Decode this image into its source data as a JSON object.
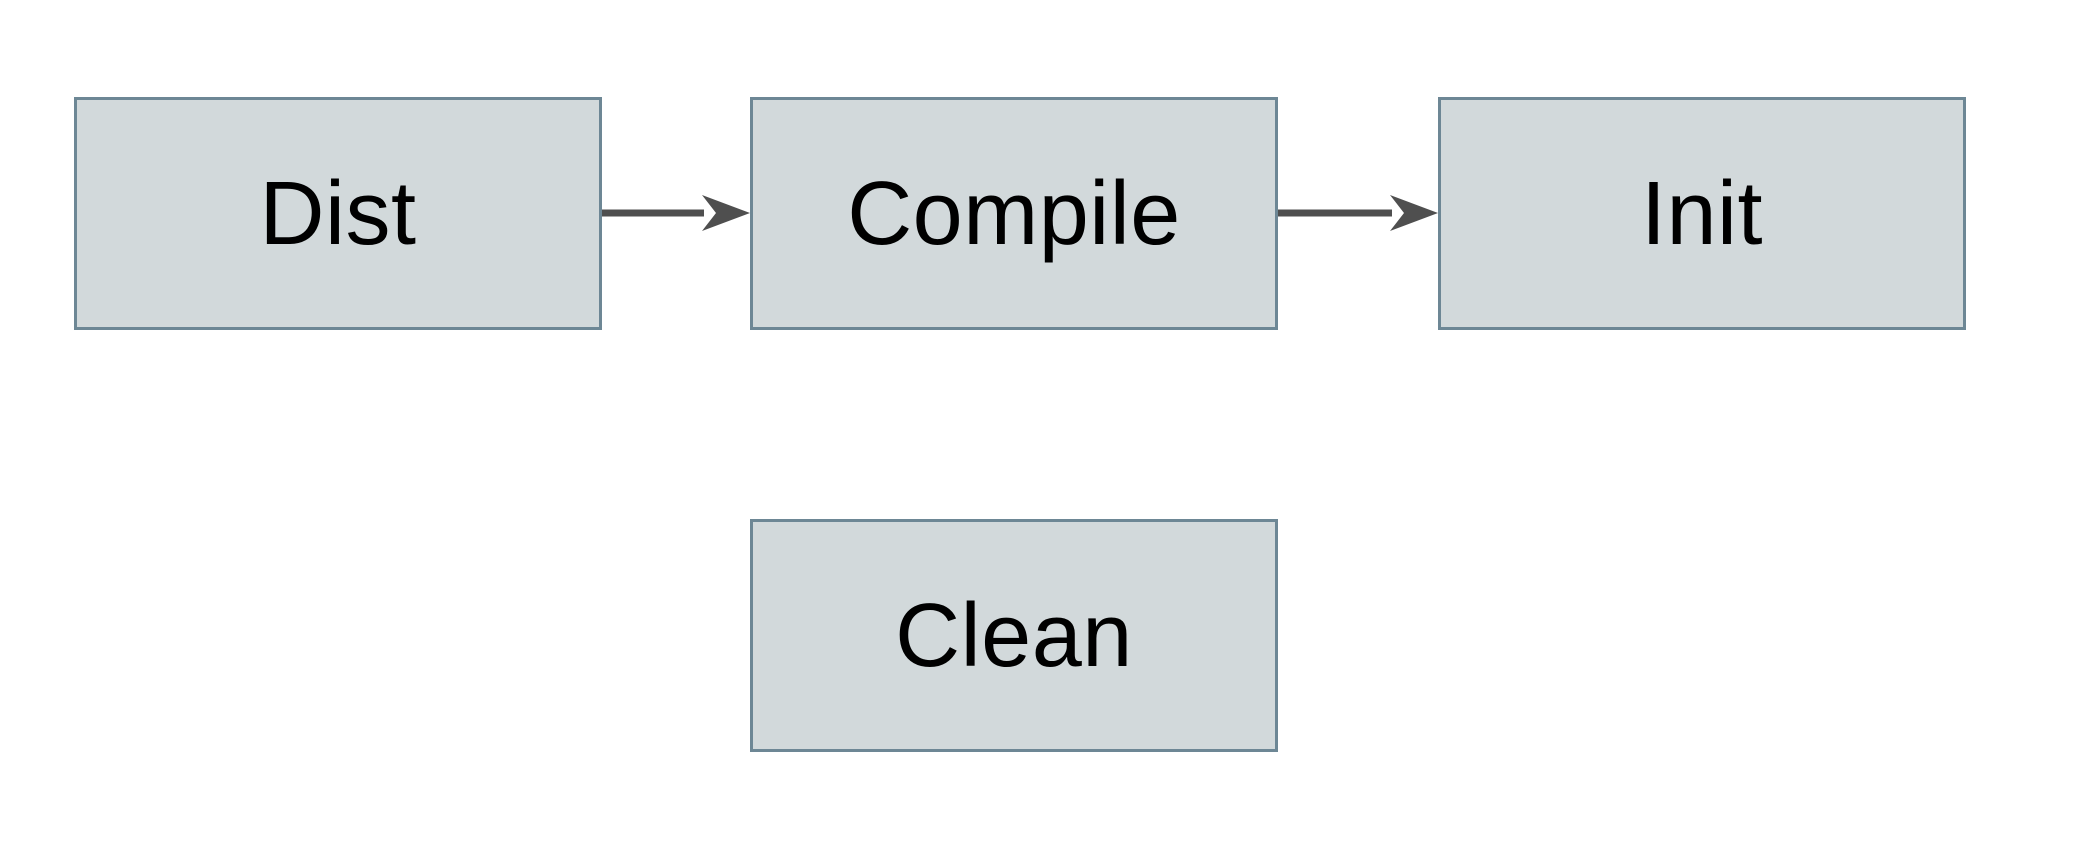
{
  "diagram": {
    "nodes": [
      {
        "id": "dist",
        "label": "Dist"
      },
      {
        "id": "compile",
        "label": "Compile"
      },
      {
        "id": "init",
        "label": "Init"
      },
      {
        "id": "clean",
        "label": "Clean"
      }
    ],
    "edges": [
      {
        "from": "dist",
        "to": "compile",
        "direction": "right"
      },
      {
        "from": "compile",
        "to": "init",
        "direction": "right"
      }
    ],
    "colors": {
      "node_fill": "#d2d9db",
      "node_border": "#6d8795",
      "arrow": "#4f4f4f",
      "text": "#000000",
      "background": "#ffffff"
    }
  }
}
